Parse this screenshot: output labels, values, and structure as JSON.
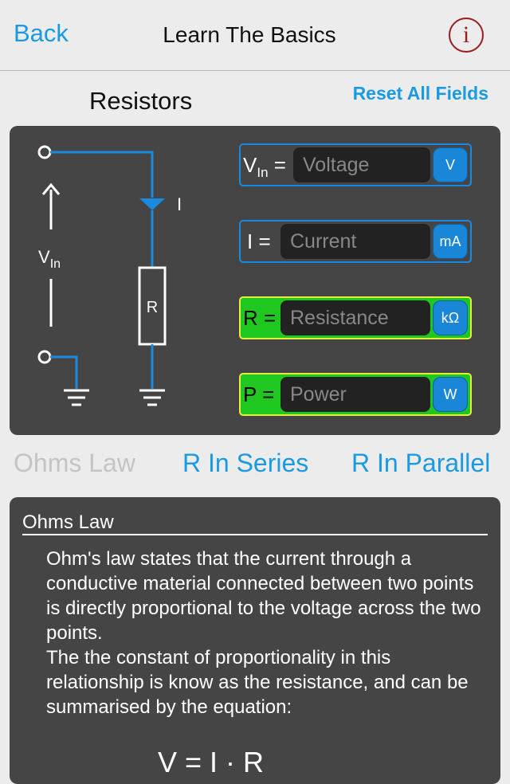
{
  "nav": {
    "back_label": "Back",
    "title": "Learn The Basics",
    "info_glyph": "i"
  },
  "section_title": "Resistors",
  "reset_label": "Reset All Fields",
  "circuit": {
    "vin_label": "V",
    "vin_sub": "In",
    "current_label": "I",
    "resistor_label": "R"
  },
  "fields": [
    {
      "label": "V",
      "sub": "In",
      "eq": " =",
      "placeholder": "Voltage",
      "unit": "V",
      "highlight": false
    },
    {
      "label": "I =",
      "sub": "",
      "eq": "",
      "placeholder": "Current",
      "unit": "mA",
      "highlight": false
    },
    {
      "label": "R =",
      "sub": "",
      "eq": "",
      "placeholder": "Resistance",
      "unit": "kΩ",
      "highlight": true
    },
    {
      "label": "P =",
      "sub": "",
      "eq": "",
      "placeholder": "Power",
      "unit": "W",
      "highlight": true
    }
  ],
  "tabs": [
    {
      "label": "Ohms Law",
      "active": true
    },
    {
      "label": "R In Series",
      "active": false
    },
    {
      "label": "R In Parallel",
      "active": false
    }
  ],
  "description": {
    "heading": "Ohms Law",
    "body": "Ohm's law states that the current through a conductive material connected between two points is directly proportional to the voltage across the two points.\nThe the constant of proportionality in this relationship is know as the resistance, and can be summarised by the equation:",
    "equation": "V = I · R"
  },
  "colors": {
    "accent": "#1a9ae0",
    "panel": "#454545",
    "highlight_green": "#1ec81e",
    "info_red": "#9a1d1d"
  }
}
